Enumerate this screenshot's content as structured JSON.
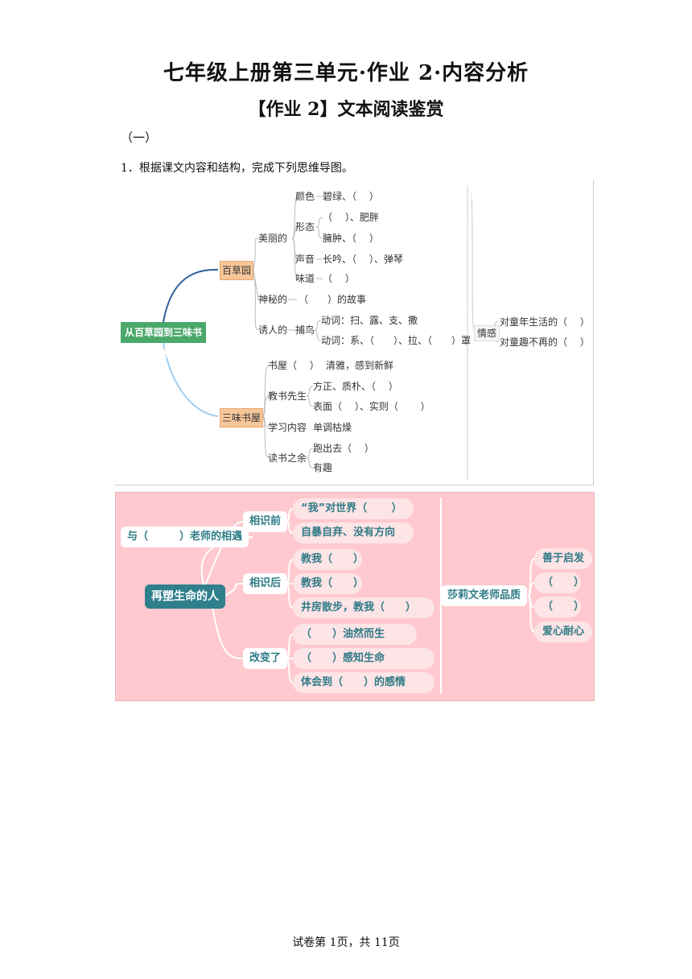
{
  "page": {
    "title": "七年级上册第三单元·作业 2·内容分析",
    "subtitle": "【作业 2】文本阅读鉴赏",
    "section": "（一）",
    "question": "1．根据课文内容和结构，完成下列思维导图。",
    "footer": "试卷第 1页，共 11页"
  },
  "map1": {
    "root": "从百草园到三味书屋",
    "baicao": "百草园",
    "sanwei": "三味书屋",
    "meili": "美丽的",
    "yanse": "颜色",
    "yanse_v": "碧绿、（　 ）",
    "xingtai": "形态",
    "xingtai_v1": "（　 ）、肥胖",
    "xingtai_v2": "臃肿、（　 ）",
    "shengyin": "声音",
    "shengyin_v": "长吟、（　 ）、弹琴",
    "weidao": "味道",
    "weidao_v": "（　 ）",
    "shenmi": "神秘的",
    "shenmi_v": "（　　）的故事",
    "yourende": "诱人的",
    "buniao": "捕鸟",
    "dongci1": "动词：扫、露、支、撒",
    "dongci2": "动词：系、（　　）、拉、（　　）罩",
    "qinggan": "情感",
    "qinggan_v1": "对童年生活的（　 ）",
    "qinggan_v2": "对童趣不再的（　 ）",
    "shuwu": "书屋（　 ）",
    "shuwu_v": "清雅，感到新鲜",
    "jiaoshu": "教书先生",
    "jiaoshu_v1": "方正、质朴、（　 ）",
    "jiaoshu_v2": "表面（　 ）、实则（　　 ）",
    "xuexi": "学习内容",
    "xuexi_v": "单调枯燥",
    "dushu": "读书之余",
    "dushu_v1": "跑出去（　 ）",
    "dushu_v2": "有趣"
  },
  "map2": {
    "root": "再塑生命的人",
    "yu": "与（　　　）老师的相遇",
    "qian": "相识前",
    "qian_v1": "“我”对世界（　　 ）",
    "qian_v2": "自暴自弃、没有方向",
    "hou": "相识后",
    "hou_v1": "教我（　　）",
    "hou_v2": "教我（　　）",
    "hou_v3": "井房散步，教我（　　）",
    "gai": "改变了",
    "gai_v1": "（　　）油然而生",
    "gai_v2": "（　　）感知生命",
    "gai_v3": "体会到（　　）的感情",
    "quality": "莎莉文老师品质",
    "q1": "善于启发",
    "q2": "（　　）",
    "q3": "（　　）",
    "q4": "爱心耐心"
  },
  "colors": {
    "root1": "#4aa86b",
    "box1": "#f7c79a",
    "bg2": "#ffc9cf",
    "teal": "#2f7f8c"
  }
}
